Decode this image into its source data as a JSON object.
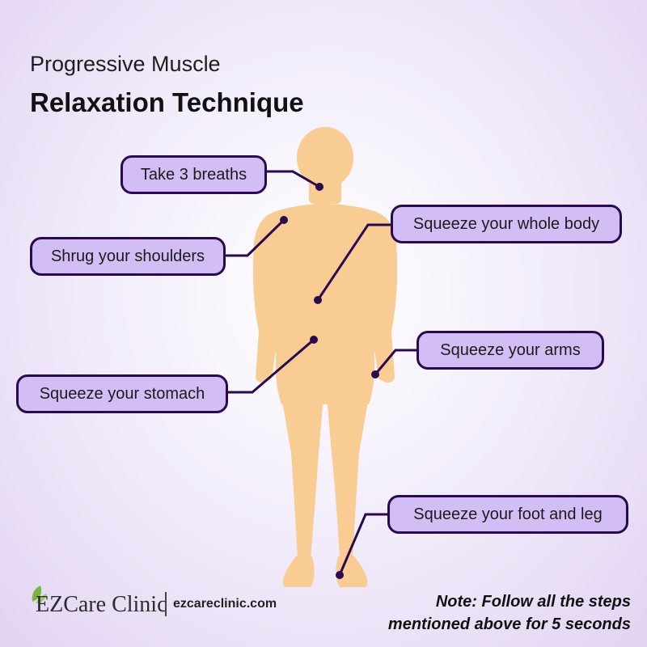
{
  "title": {
    "line1": "Progressive Muscle",
    "line2": "Relaxation Technique"
  },
  "labels": {
    "breaths": "Take 3 breaths",
    "shoulders": "Shrug your shoulders",
    "whole_body": "Squeeze your whole body",
    "arms": "Squeeze your arms",
    "stomach": "Squeeze your stomach",
    "foot_leg": "Squeeze your foot and leg"
  },
  "brand": {
    "name": "EZCare Clinic",
    "url": "ezcareclinic.com"
  },
  "note": {
    "line1": "Note: Follow all the steps",
    "line2": "mentioned above for 5 seconds"
  },
  "colors": {
    "body": "#f8cc93",
    "pill_fill": "#d2bdf5",
    "pill_border": "#2a0a4e",
    "connector": "#2a0a4e"
  }
}
